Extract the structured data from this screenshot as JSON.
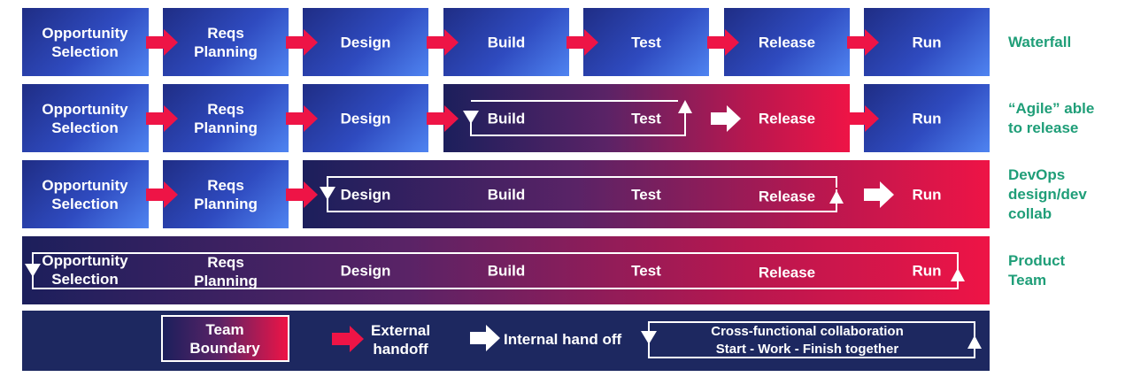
{
  "rows": [
    {
      "name": "Waterfall",
      "side_label": [
        "Waterfall"
      ],
      "stages": [
        [
          "Opportunity",
          "Selection"
        ],
        [
          "Reqs",
          "Planning"
        ],
        [
          "Design"
        ],
        [
          "Build"
        ],
        [
          "Test"
        ],
        [
          "Release"
        ],
        [
          "Run"
        ]
      ]
    },
    {
      "name": "Agile",
      "side_label": [
        "“Agile” able",
        "to release"
      ],
      "stages": [
        [
          "Opportunity",
          "Selection"
        ],
        [
          "Reqs",
          "Planning"
        ],
        [
          "Design"
        ],
        [
          "Build"
        ],
        [
          "Test"
        ],
        [
          "Release"
        ],
        [
          "Run"
        ]
      ]
    },
    {
      "name": "DevOps",
      "side_label": [
        "DevOps",
        "design/dev",
        "collab"
      ],
      "stages": [
        [
          "Opportunity",
          "Selection"
        ],
        [
          "Reqs",
          "Planning"
        ],
        [
          "Design"
        ],
        [
          "Build"
        ],
        [
          "Test"
        ],
        [
          "Release"
        ],
        [
          "Run"
        ]
      ]
    },
    {
      "name": "Product Team",
      "side_label": [
        "Product",
        "Team"
      ],
      "stages": [
        [
          "Opportunity",
          "Selection"
        ],
        [
          "Reqs",
          "Planning"
        ],
        [
          "Design"
        ],
        [
          "Build"
        ],
        [
          "Test"
        ],
        [
          "Release"
        ],
        [
          "Run"
        ]
      ]
    }
  ],
  "legend": {
    "team_boundary": [
      "Team",
      "Boundary"
    ],
    "external_handoff": [
      "External",
      "handoff"
    ],
    "internal_handoff": "Internal hand off",
    "cross_functional": [
      "Cross-functional collaboration",
      "Start - Work - Finish together"
    ]
  },
  "colors": {
    "external_arrow": "#ee1446",
    "internal_arrow": "#ffffff",
    "side_label": "#1f9e78",
    "legend_bg": "#1d2860"
  }
}
